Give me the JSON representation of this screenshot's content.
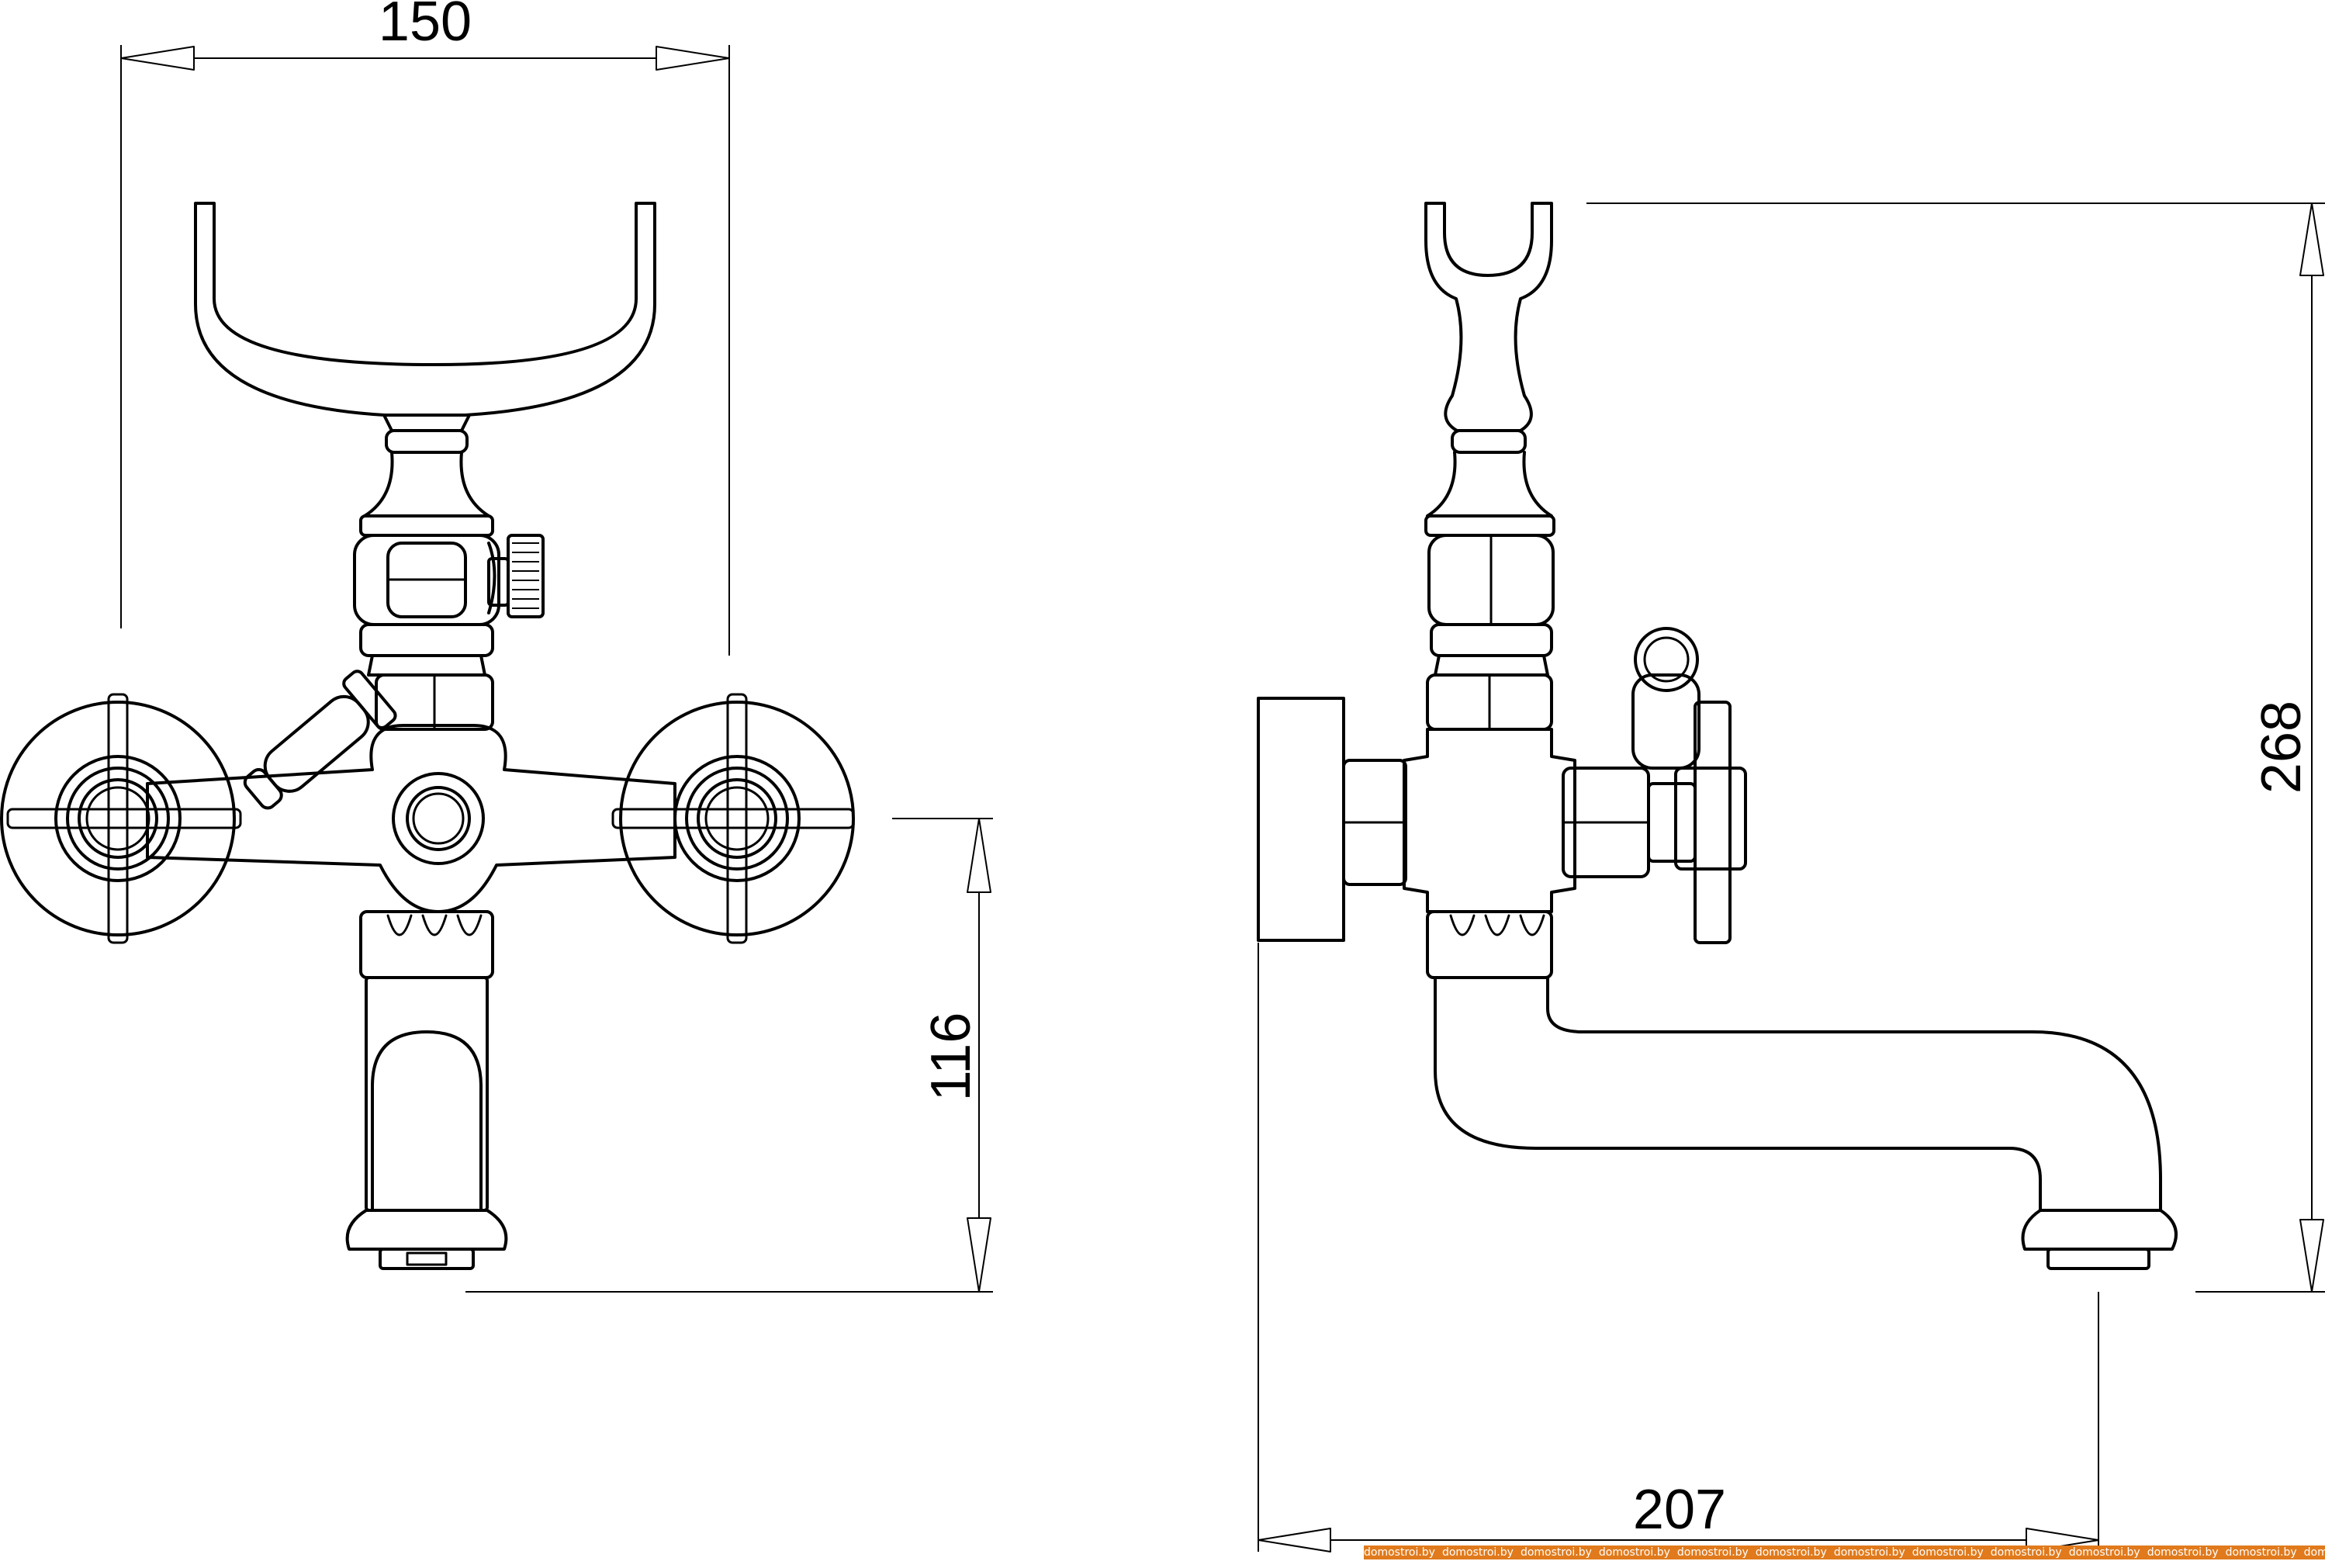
{
  "dimensions": {
    "front_width": "150",
    "front_spout_height": "116",
    "side_total_height": "268",
    "side_projection": "207"
  },
  "watermark": {
    "text": "domostroi.by",
    "repeat": 16,
    "color": "#e07a1c"
  }
}
